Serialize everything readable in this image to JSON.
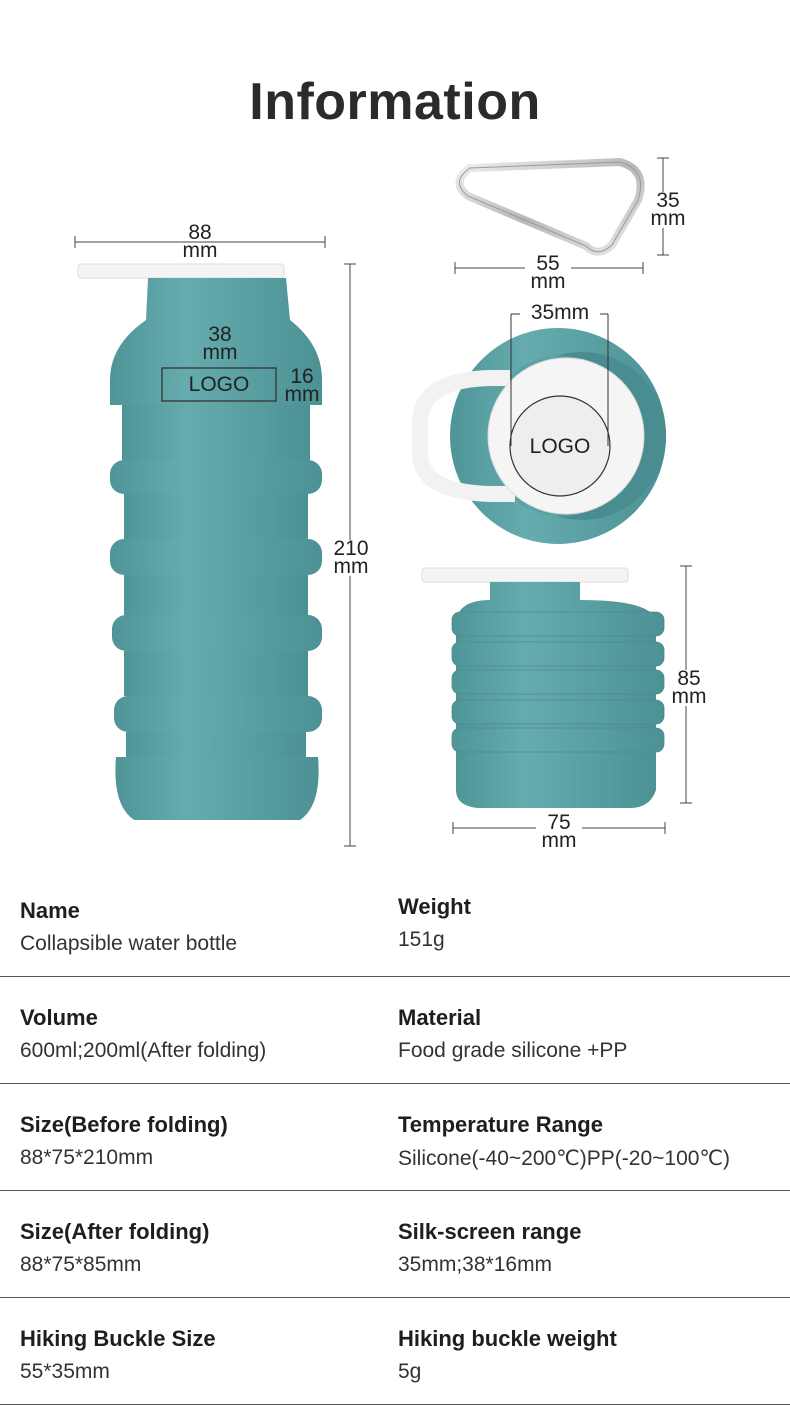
{
  "header": {
    "title": "Information"
  },
  "diagram": {
    "expanded_bottle": {
      "width_label": [
        "88",
        "mm"
      ],
      "height_label": [
        "210",
        "mm"
      ],
      "logo_width_label": [
        "38",
        "mm"
      ],
      "logo_height_label": [
        "16",
        "mm"
      ],
      "logo_text": "LOGO",
      "color": "#5fa5a8"
    },
    "carabiner": {
      "width_label": [
        "55",
        "mm"
      ],
      "height_label": [
        "35",
        "mm"
      ]
    },
    "top_view": {
      "diameter_label": "35mm",
      "logo_text": "LOGO"
    },
    "folded_bottle": {
      "width_label": [
        "75",
        "mm"
      ],
      "height_label": [
        "85",
        "mm"
      ]
    }
  },
  "specs": {
    "rows": [
      {
        "left": {
          "label": "Name",
          "value": "Collapsible water bottle"
        },
        "right": {
          "label": "Weight",
          "value": "151g"
        }
      },
      {
        "left": {
          "label": "Volume",
          "value": "600ml;200ml(After folding)"
        },
        "right": {
          "label": "Material",
          "value": "Food grade silicone +PP"
        }
      },
      {
        "left": {
          "label": "Size(Before folding)",
          "value": "88*75*210mm"
        },
        "right": {
          "label": "Temperature Range",
          "value": "Silicone(-40~200℃)PP(-20~100℃)"
        }
      },
      {
        "left": {
          "label": "Size(After folding)",
          "value": "88*75*85mm"
        },
        "right": {
          "label": "Silk-screen range",
          "value": "35mm;38*16mm"
        }
      },
      {
        "left": {
          "label": "Hiking Buckle Size",
          "value": "55*35mm"
        },
        "right": {
          "label": "Hiking buckle weight",
          "value": "5g"
        }
      }
    ]
  }
}
